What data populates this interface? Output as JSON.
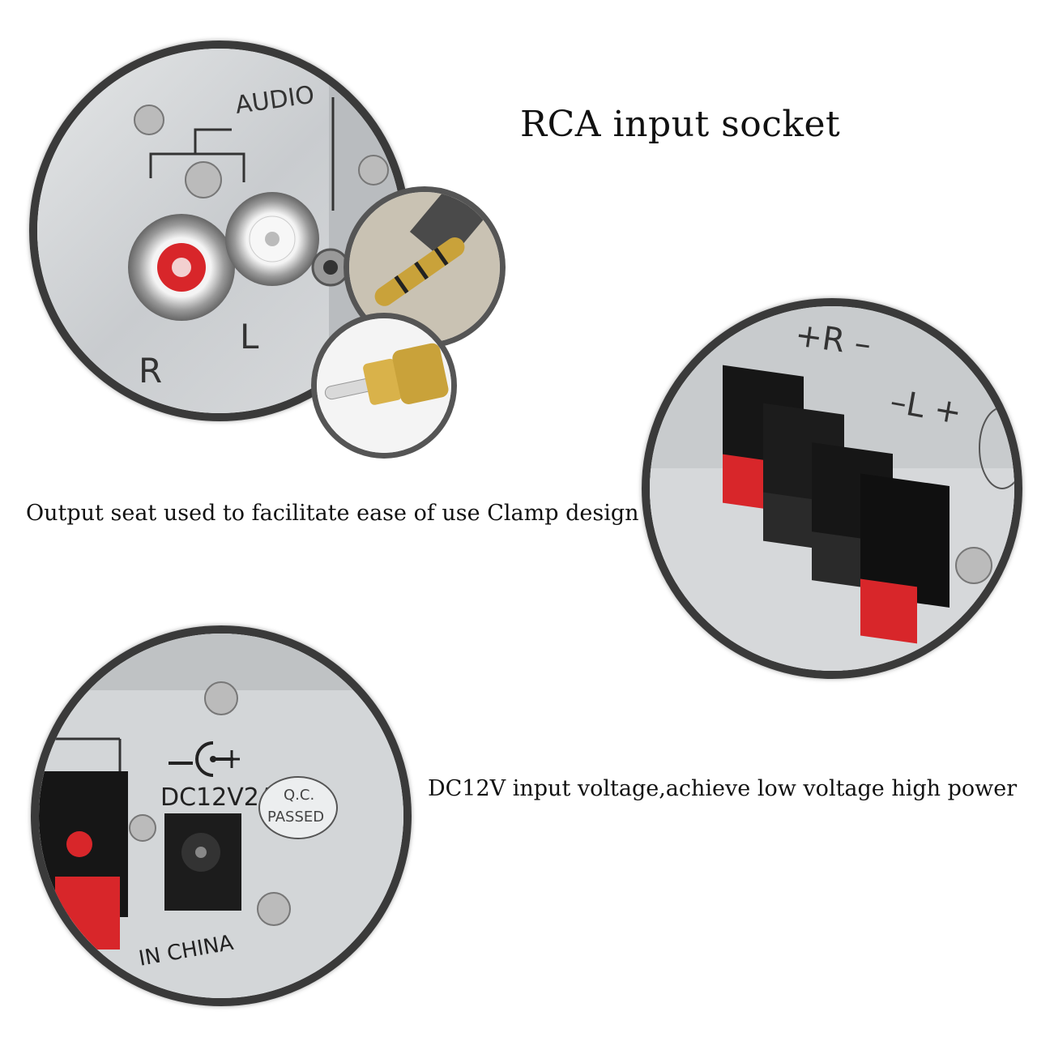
{
  "captions": {
    "rca": "RCA input socket",
    "output": "Output seat used to facilitate ease of use Clamp design",
    "dc": "DC12V input voltage,achieve low voltage high power"
  },
  "panel_labels": {
    "audio": "AUDIO",
    "right": "R",
    "left": "L",
    "plus_r_minus": "+R –",
    "minus_l_plus": "–L +",
    "dc_rating": "DC12V2A",
    "qc_top": "Q.C.",
    "qc_bottom": "PASSED",
    "made_in": "IN CHINA"
  },
  "colors": {
    "panel": "#cfd2d4",
    "red": "#d8262a",
    "black": "#161616",
    "gold": "#c9a23a",
    "border": "#3a3a3a"
  }
}
